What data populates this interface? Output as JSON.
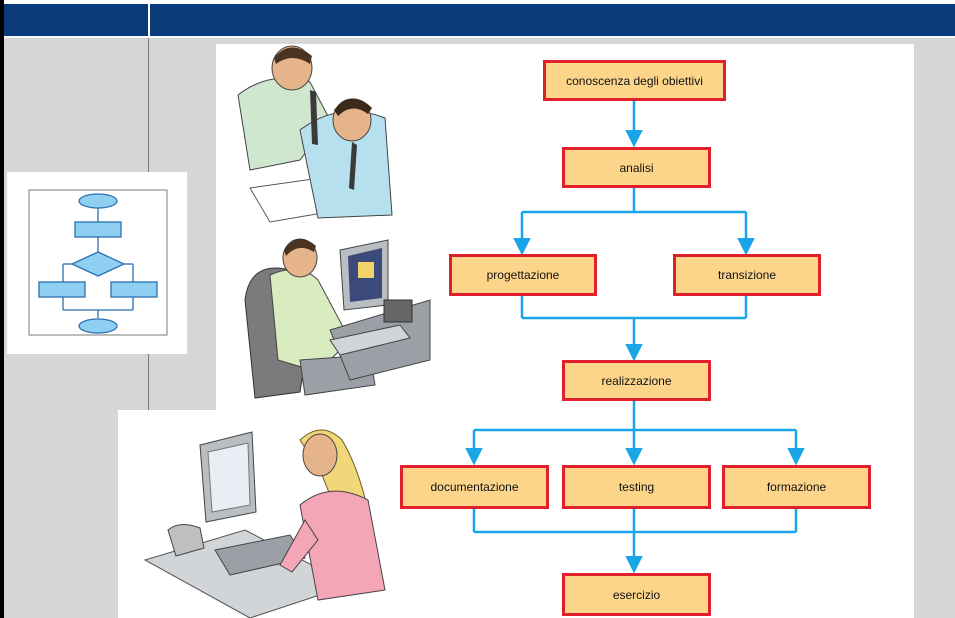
{
  "diagram": {
    "steps": {
      "obiettivi": "conoscenza degli obiettivi",
      "analisi": "analisi",
      "progettazione": "progettazione",
      "transizione": "transizione",
      "realizzazione": "realizzazione",
      "documentazione": "documentazione",
      "testing": "testing",
      "formazione": "formazione",
      "esercizio": "esercizio"
    }
  },
  "colors": {
    "header": "#0a3a7a",
    "box_fill": "#fdd58a",
    "box_border": "#e0202a",
    "arrow": "#1aa6e6",
    "panel_bg": "#d6d6d6"
  }
}
